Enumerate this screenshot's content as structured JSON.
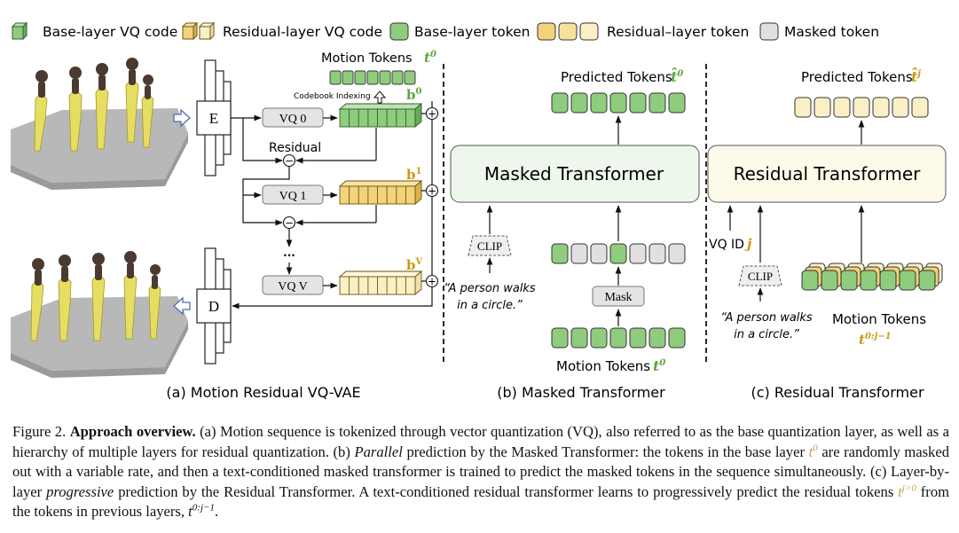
{
  "legend": {
    "base_vq_code": "Base-layer VQ code",
    "residual_vq_code": "Residual-layer VQ code",
    "base_token": "Base-layer token",
    "residual_token": "Residual–layer token",
    "masked_token": "Masked token"
  },
  "panel_a": {
    "motion_tokens_label": "Motion Tokens",
    "motion_tokens_sym": "t",
    "motion_tokens_sup": "0",
    "codebook_indexing": "Codebook Indexing",
    "encoder": "E",
    "decoder": "D",
    "vq0": "VQ 0",
    "vq1": "VQ 1",
    "vqv": "VQ V",
    "residual": "Residual",
    "b0": "b",
    "b0_sup": "0",
    "b1": "b",
    "b1_sup": "1",
    "bv": "b",
    "bv_sup": "V",
    "dots": "···",
    "minus": "−",
    "plus": "+",
    "subcaption": "(a) Motion Residual VQ-VAE"
  },
  "panel_b": {
    "predicted_label": "Predicted Tokens",
    "predicted_sym": "t̂",
    "predicted_sup": "0",
    "transformer": "Masked Transformer",
    "clip": "CLIP",
    "mask": "Mask",
    "prompt_line1": "“A person walks",
    "prompt_line2": "in a circle.”",
    "motion_tokens_label": "Motion Tokens",
    "motion_tokens_sym": "t",
    "motion_tokens_sup": "0",
    "subcaption": "(b) Masked Transformer"
  },
  "panel_c": {
    "predicted_label": "Predicted Tokens",
    "predicted_sym": "t̂",
    "predicted_sup": "j",
    "transformer": "Residual Transformer",
    "vq_id": "VQ ID",
    "vq_id_sym": "j",
    "clip": "CLIP",
    "prompt_line1": "“A person walks",
    "prompt_line2": "in a circle.”",
    "motion_tokens_label": "Motion Tokens",
    "motion_tokens_sym": "t",
    "motion_tokens_sup": "0:j−1",
    "subcaption": "(c) Residual Transformer"
  },
  "caption": {
    "fig_label": "Figure 2.",
    "title": "Approach overview.",
    "s1": "(a) Motion sequence is tokenized through vector quantization (VQ), also referred to as the base quantization layer, as well as a hierarchy of multiple layers for residual quantization. (b)",
    "parallel": "Parallel",
    "s2": "prediction by the Masked Transformer: the tokens in the base layer",
    "t0_sym": "t",
    "t0_sup": "0",
    "s3": "are randomly masked out with a variable rate, and then a text-conditioned masked transformer is trained to predict the masked tokens in the sequence simultaneously. (c) Layer-by-layer",
    "progressive": "progressive",
    "s4": "prediction by the Residual Transformer. A text-conditioned residual transformer learns to progressively predict the residual tokens",
    "tj_sym": "t",
    "tj_sup": "j>0",
    "s5": "from the tokens in previous layers,",
    "t0j_sym": "t",
    "t0j_sup": "0:j−1",
    "s6": "."
  },
  "colors": {
    "base_green": "#8fcc7e",
    "base_green_stroke": "#3c7a36",
    "residual_yellow": "#f3d37a",
    "residual_light": "#fbefc6",
    "residual_stroke": "#8a6d1a",
    "masked_gray": "#e0e0e0",
    "masked_stroke": "#666666",
    "green_text": "#5fa63b",
    "gold_text": "#c99a12",
    "masked_tf_bg": "#eef7ec",
    "residual_tf_bg": "#fdfaea",
    "floor_gray": "#b5b5b5",
    "figure_yellow": "#e8e06a"
  }
}
